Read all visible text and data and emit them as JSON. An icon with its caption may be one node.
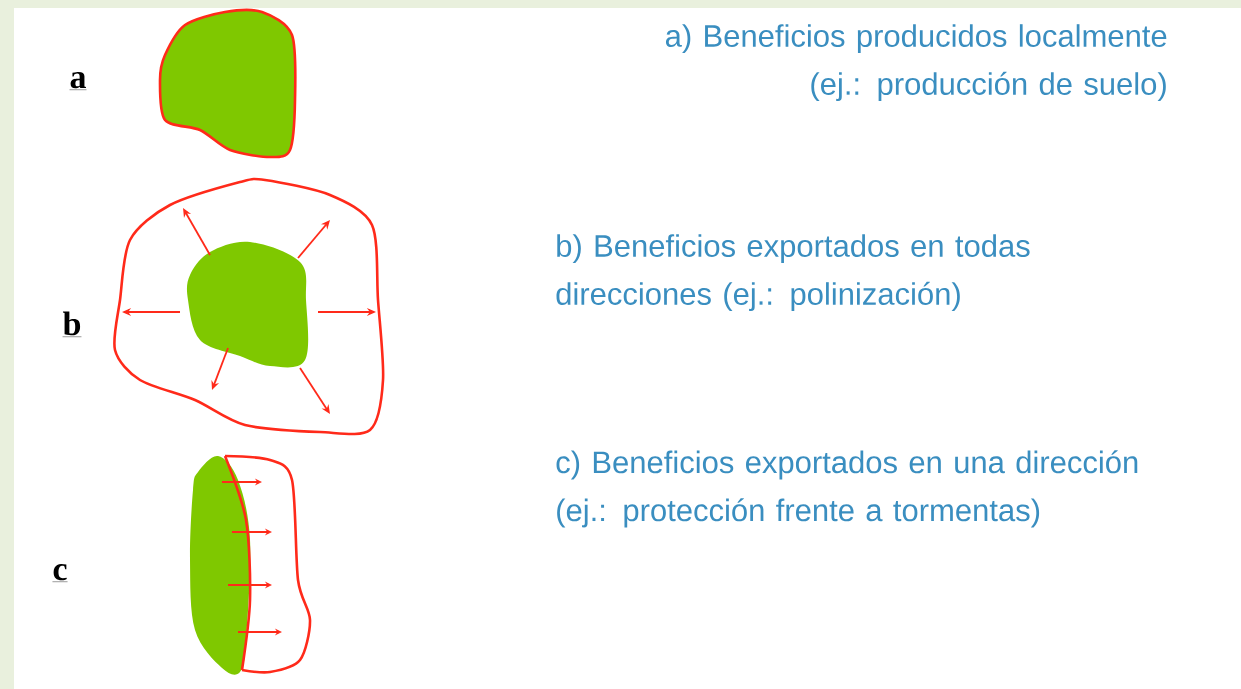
{
  "diagram": {
    "labels": [
      "a",
      "a) Beneficios producidos localmente (ej.: producción de suelo)",
      "b",
      "b) Beneficios exportados en todas direcciones (ej.: polinización)",
      "c",
      "c) Beneficios exportados en una dirección (ej.: protección frente a tormentas)"
    ]
  }
}
